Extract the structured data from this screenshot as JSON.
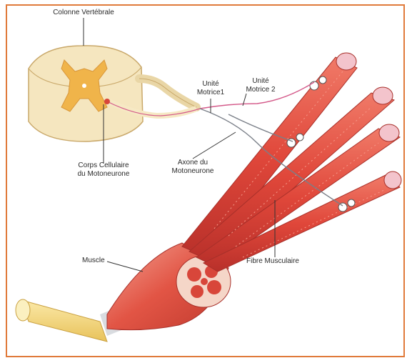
{
  "labels": {
    "spinal_cord": "Colonne Vertébrale",
    "motor_unit_1_line1": "Unité",
    "motor_unit_1_line2": "Motrice1",
    "motor_unit_2_line1": "Unité",
    "motor_unit_2_line2": "Motrice 2",
    "cell_body_line1": "Corps Cellulaire",
    "cell_body_line2": "du Motoneurone",
    "axon_line1": "Axone du",
    "axon_line2": "Motoneurone",
    "muscle": "Muscle",
    "muscle_fiber": "Fibre Musculaire"
  },
  "colors": {
    "frame": "#e07a3a",
    "muscle_red": "#e0473a",
    "muscle_light": "#f08a7a",
    "spinal_cream": "#f5e6bf",
    "grey_matter": "#f0b44a",
    "nerve_pink": "#d45a8a",
    "tendon": "#f2d27a"
  }
}
